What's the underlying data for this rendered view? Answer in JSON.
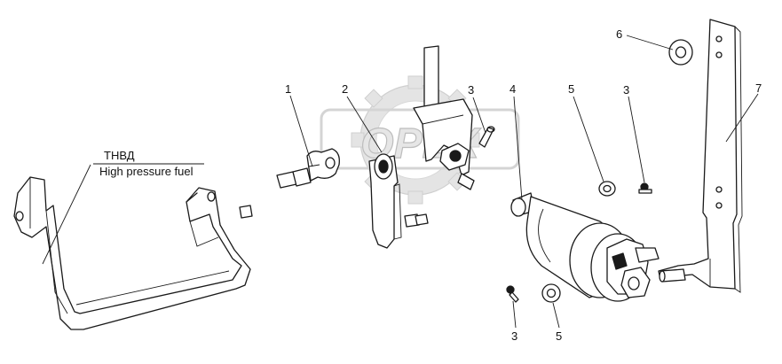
{
  "watermark": {
    "text": "OPEX"
  },
  "fuel_label": {
    "line1": "ТНВД",
    "line2": "High pressure fuel"
  },
  "callouts": [
    "1",
    "2",
    "3",
    "4",
    "5",
    "3",
    "6",
    "7",
    "3",
    "5"
  ],
  "colors": {
    "ink": "#1a1a1a",
    "background": "#ffffff",
    "watermark": "#e4e4e4"
  }
}
